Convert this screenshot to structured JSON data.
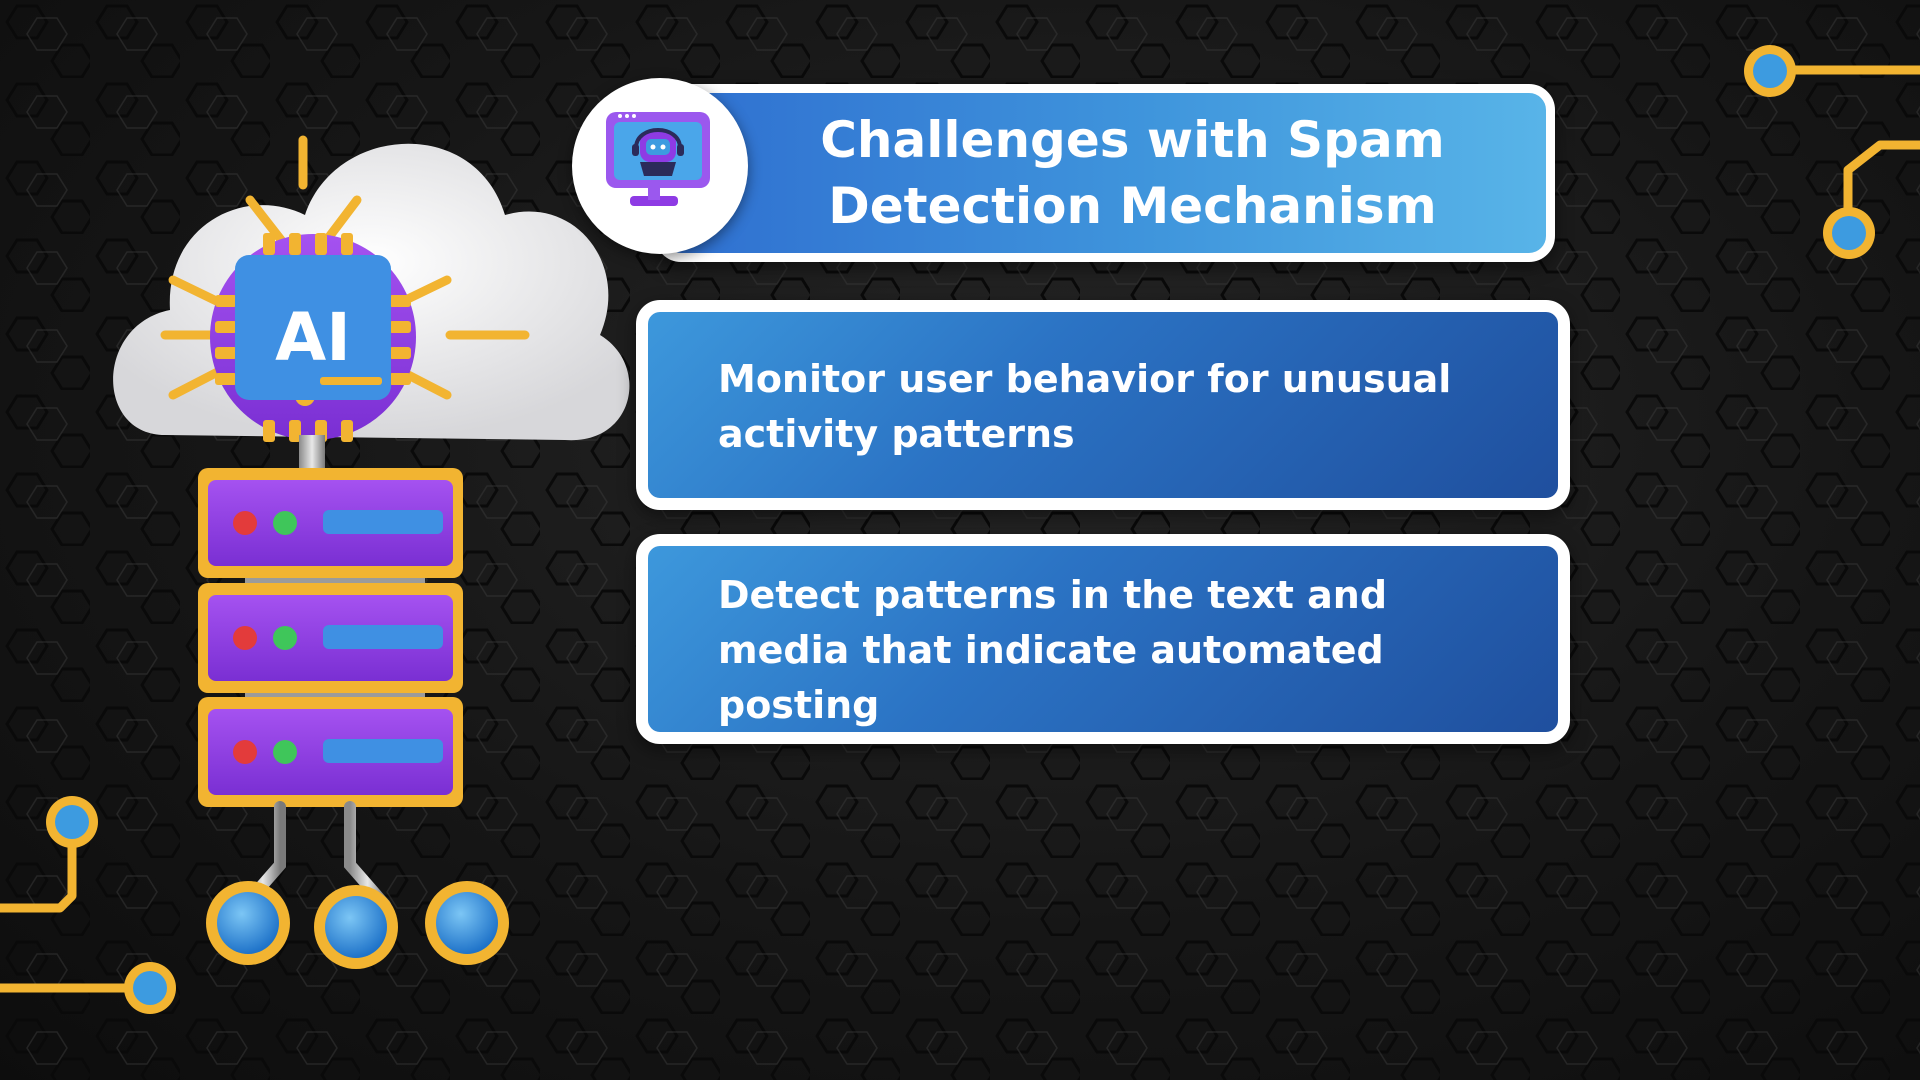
{
  "slide": {
    "title": "Challenges with Spam\nDetection Mechanism",
    "cards": [
      {
        "text": "Monitor user behavior for unusual\nactivity patterns"
      },
      {
        "text": "Detect  patterns in the text and\nmedia that indicate automated\nposting"
      }
    ]
  },
  "illustration": {
    "chip_label": "AI",
    "server_count": 3
  },
  "icons": {
    "title_icon": "monitor-chatbot-icon",
    "illustration": "ai-cloud-server-icon"
  },
  "colors": {
    "title_gradient_start": "#2f6fd0",
    "title_gradient_end": "#58b4e8",
    "card_gradient_start": "#3d98dc",
    "card_gradient_end": "#1f4f9e",
    "border": "#ffffff",
    "circuit_gold": "#f2b431",
    "node_blue": "#3d9be0",
    "server_purple": "#8e3be4",
    "background": "#161616"
  }
}
